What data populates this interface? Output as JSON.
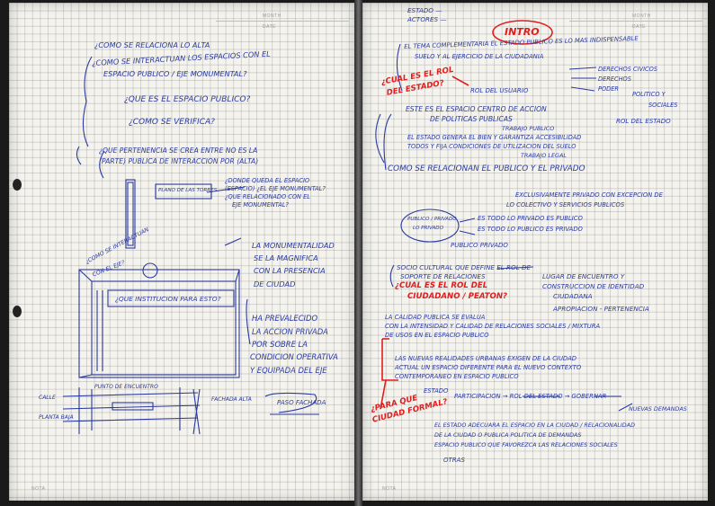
{
  "headers": {
    "left_top": [
      "MONTH",
      "DATE"
    ],
    "left_bottom": "NOTA",
    "right_top": [
      "MONTH",
      "DATE"
    ],
    "right_bottom": "NOTA"
  },
  "left_page": {
    "q1": "¿COMO SE RELACIONA LO ALTA",
    "q2": "¿COMO SE INTERACTUAN LOS ESPACIOS CON EL",
    "q2b": "ESPACIO PUBLICO / EJE MONUMENTAL?",
    "q3": "¿QUE ES EL ESPACIO PUBLICO?",
    "q4": "¿COMO SE VERIFICA?",
    "q5": "¿QUE PERTENENCIA SE CREA ENTRE NO ES LA",
    "q5b": "(PARTE) PUBLICA DE INTERACCION POR (ALTA)",
    "sketch_label": "PLANO DE LAS TORRES",
    "note1": "¿DONDE QUEDA EL ESPACIO",
    "note1b": "(ESPACIO) ¿EL EJE MONUMENTAL?",
    "note1c": "¿QUE RELACIONADO CON EL",
    "note1d": "EJE MONUMENTAL?",
    "axis_label": "¿COMO SE INTERACTUAN",
    "axis_label_b": "CON EL EJE?",
    "mid1": "LA MONUMENTALIDAD",
    "mid2": "SE LA MAGNIFICA",
    "mid3": "CON LA PRESENCIA",
    "mid4": "DE CIUDAD",
    "box_label": "¿QUE INSTITUCION PARA ESTO?",
    "para1": "HA PREVALECIDO",
    "para2": "LA ACCION PRIVADA",
    "para3": "POR SOBRE LA",
    "para4": "CONDICION OPERATIVA",
    "para5": "Y EQUIPADA DEL EJE",
    "bottom1": "CALLE",
    "bottom2": "PUNTO DE ENCUENTRO",
    "bottom3": "PASO FACHADA",
    "bottom4": "FACHADA ALTA",
    "bottom5": "PLANTA BAJA"
  },
  "right_page": {
    "top1": "ESTADO —",
    "top2": "ACTORES —",
    "title": "INTRO",
    "r1": "EL TEMA COMPLEMENTARIA EL ESTADO PUBLICO ES LO MAS INDISPENSABLE",
    "r1b": "SUELO Y AL EJERCICIO DE LA CIUDADANIA",
    "r2a": "DERECHOS CIVICOS",
    "r2b": "DERECHOS",
    "r2c": "PODER",
    "r2d": "POLITICO Y",
    "r2e": "SOCIALES",
    "r3": "ROL DEL USUARIO",
    "red1": "¿CUAL ES EL ROL",
    "red1b": "DEL ESTADO?",
    "r4": "ESTE ES EL ESPACIO CENTRO DE ACCION",
    "r4b": "DE POLITICAS PUBLICAS",
    "r4c": "ROL DEL ESTADO",
    "r5": "TRABAJO PUBLICO",
    "r6": "EL ESTADO GENERA EL BIEN Y GARANTIZA ACCESIBILIDAD",
    "r6b": "TODOS Y FIJA CONDICIONES DE UTILIZACION DEL SUELO",
    "r6c": "TRABAJO LEGAL",
    "r7": "COMO SE RELACIONAN EL PUBLICO Y EL PRIVADO",
    "r8": "EXCLUSIVAMENTE PRIVADO CON EXCEPCION DE",
    "r8b": "LO COLECTIVO Y SERVICIOS PUBLICOS",
    "oval": "PUBLICO / PRIVADO",
    "oval2": "LO PRIVADO",
    "r9": "ES TODO LO PRIVADO ES PUBLICO",
    "r9b": "ES TODO LO PUBLICO ES PRIVADO",
    "r10": "PUBLICO PRIVADO",
    "r11": "SOCIO CULTURAL QUE DEFINE EL ROL DE",
    "r11b": "SOPORTE DE RELACIONES",
    "r11c": "LUGAR DE ENCUENTRO Y",
    "r11d": "CONSTRUCCION DE IDENTIDAD",
    "r11e": "CIUDADANA",
    "red2": "¿CUAL ES EL ROL DEL",
    "red2b": "CIUDADANO / PEATON?",
    "r12": "APROPIACION - PERTENENCIA",
    "r13": "LA CALIDAD PUBLICA SE EVALUA",
    "r13b": "CON LA INTENSIDAD Y CALIDAD DE RELACIONES SOCIALES / MIXTURA",
    "r13c": "DE USOS EN EL ESPACIO PUBLICO",
    "r14": "LAS NUEVAS REALIDADES URBANAS EXIGEN DE LA CIUDAD",
    "r14b": "ACTUAL UN ESPACIO DIFERENTE PARA EL NUEVO CONTEXTO",
    "r14c": "CONTEMPORANEO EN ESPACIO PUBLICO",
    "red3": "¿PARA QUE",
    "red3b": "CIUDAD FORMAL?",
    "r15": "ESTADO",
    "r15b": "PARTICIPACION → ROL DEL ESTADO → GOBERNAR",
    "r15c": "NUEVAS DEMANDAS",
    "r16": "EL ESTADO ADECUARA EL ESPACIO EN LA CIUDAD / RELACIONALIDAD",
    "r16b": "DE LA CIUDAD O PUBLICA POLITICA DE DEMANDAS",
    "r16c": "ESPACIO PUBLICO QUE FAVOREZCA LAS RELACIONES SOCIALES",
    "r17": "OTRAS"
  },
  "colors": {
    "ink_blue": "#2a3aa0",
    "ink_red": "#e21d1d",
    "paper": "#f4f3ee",
    "grid": "#b0b0b0"
  }
}
